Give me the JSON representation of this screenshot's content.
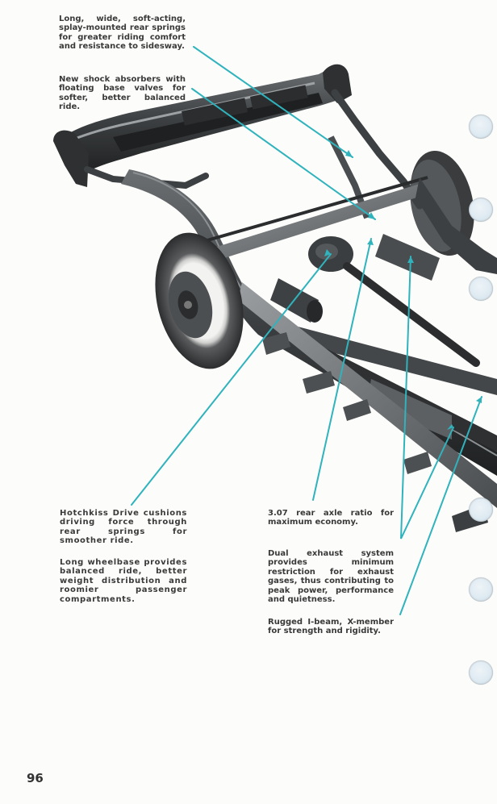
{
  "page": {
    "number": "96",
    "accent_color": "#2fb3bd"
  },
  "captions": {
    "rear_springs": "Long, wide, soft-acting, splay-mounted rear springs for greater riding comfort and resistance to sidesway.",
    "shock_absorbers": "New shock absorbers with floating base valves for softer, better balanced ride.",
    "hotchkiss_drive": "Hotchkiss Drive cushions driving force through rear springs for smoother ride.",
    "wheelbase": "Long wheelbase provides balanced ride, better weight distribution and roomier passenger compartments.",
    "axle_ratio": "3.07 rear axle ratio for maximum economy.",
    "dual_exhaust": "Dual exhaust system provides minimum restriction for exhaust gases, thus contributing to peak power, performance and quietness.",
    "x_member": "Rugged I-beam, X-member for strength and rigidity."
  },
  "illustration": {
    "subject": "chassis-frame-illustration",
    "binder_holes": 7
  }
}
